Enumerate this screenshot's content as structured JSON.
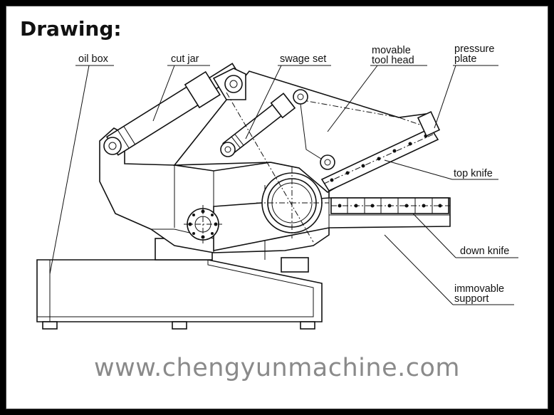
{
  "title": "Drawing:",
  "labels": {
    "oil_box": "oil box",
    "cut_jar": "cut jar",
    "swage_set": "swage set",
    "movable_tool_head_1": "movable",
    "movable_tool_head_2": "tool head",
    "pressure_plate_1": "pressure",
    "pressure_plate_2": "plate",
    "top_knife": "top knife",
    "down_knife": "down knife",
    "immovable_support_1": "immovable",
    "immovable_support_2": "support"
  },
  "watermark": "www.chengyunmachine.com"
}
